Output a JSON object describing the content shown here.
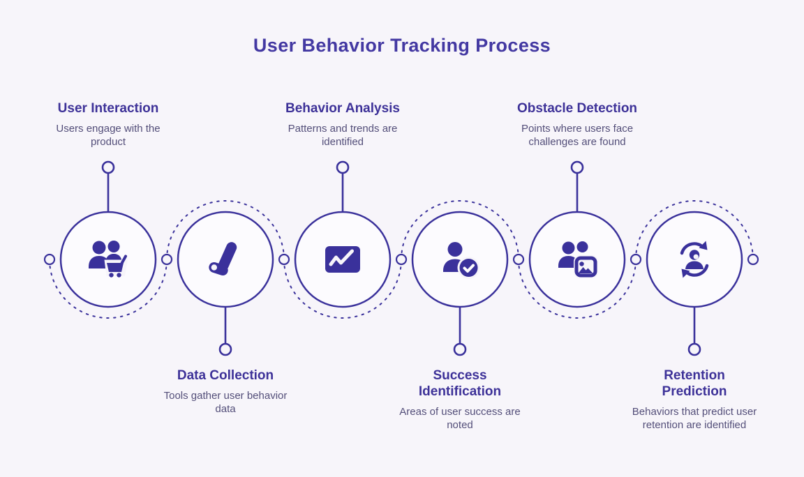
{
  "title": "User Behavior Tracking Process",
  "colors": {
    "background": "#f7f5fa",
    "primary": "#3a319b",
    "node_fill": "#fcfbfe",
    "heading_text": "#3d3198",
    "body_text": "#534e79",
    "title_text": "#4338a2"
  },
  "steps": [
    {
      "title": "User Interaction",
      "description": "Users engage with the product",
      "icon": "users-cart-icon",
      "label_position": "top"
    },
    {
      "title": "Data Collection",
      "description": "Tools gather user behavior data",
      "icon": "checkmark-icon",
      "label_position": "bottom"
    },
    {
      "title": "Behavior Analysis",
      "description": "Patterns and trends are identified",
      "icon": "trend-chart-icon",
      "label_position": "top"
    },
    {
      "title": "Success Identification",
      "description": "Areas of user success are noted",
      "icon": "user-check-icon",
      "label_position": "bottom"
    },
    {
      "title": "Obstacle Detection",
      "description": "Points where users face challenges are found",
      "icon": "users-image-icon",
      "label_position": "top"
    },
    {
      "title": "Retention Prediction",
      "description": "Behaviors that predict user retention are identified",
      "icon": "user-refresh-icon",
      "label_position": "bottom"
    }
  ]
}
